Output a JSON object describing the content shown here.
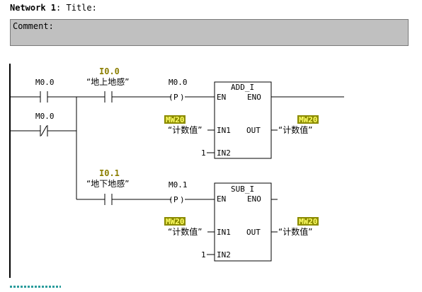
{
  "network": {
    "label": "Network 1",
    "separator": ":",
    "title_label": "Title:",
    "comment_label": "Comment:"
  },
  "rung1": {
    "contact_no_addr": "M0.0",
    "contact_nc_addr": "M0.0",
    "contact_i_addr": "I0.0",
    "contact_i_symbol": "“地上地感”",
    "edge_addr": "M0.0",
    "edge_label": "P",
    "box_title": "ADD_I",
    "en": "EN",
    "eno": "ENO",
    "in1": "IN1",
    "in2": "IN2",
    "out": "OUT",
    "in1_tag": "MW20",
    "in1_symbol": "“计数值”",
    "in2_value": "1",
    "out_tag": "MW20",
    "out_symbol": "“计数值”"
  },
  "rung2": {
    "contact_i_addr": "I0.1",
    "contact_i_symbol": "“地下地感”",
    "edge_addr": "M0.1",
    "edge_label": "P",
    "box_title": "SUB_I",
    "en": "EN",
    "eno": "ENO",
    "in1": "IN1",
    "in2": "IN2",
    "out": "OUT",
    "in1_tag": "MW20",
    "in1_symbol": "“计数值”",
    "in2_value": "1",
    "out_tag": "MW20",
    "out_symbol": "“计数值”"
  }
}
